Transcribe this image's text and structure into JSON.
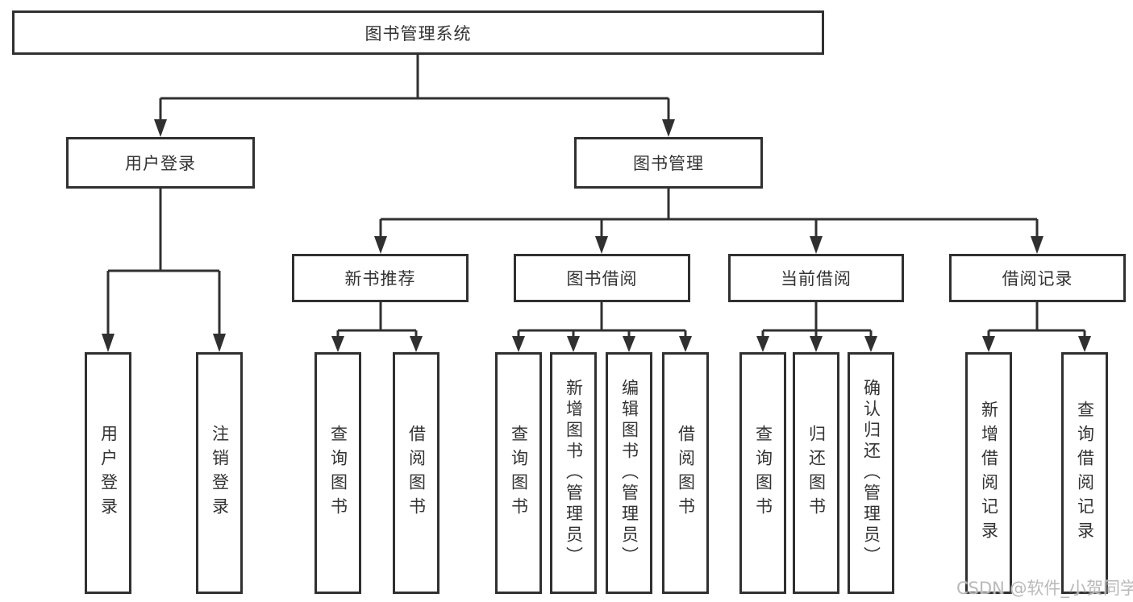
{
  "diagram": {
    "type": "hierarchy-chart",
    "root": {
      "label": "图书管理系统"
    },
    "branches": [
      {
        "label": "用户登录",
        "children": [
          {
            "label": "用户登录"
          },
          {
            "label": "注销登录"
          }
        ]
      },
      {
        "label": "图书管理",
        "children": [
          {
            "label": "新书推荐",
            "children": [
              {
                "label": "查询图书"
              },
              {
                "label": "借阅图书"
              }
            ]
          },
          {
            "label": "图书借阅",
            "children": [
              {
                "label": "查询图书"
              },
              {
                "label": "新增图书（管理员）"
              },
              {
                "label": "编辑图书（管理员）"
              },
              {
                "label": "借阅图书"
              }
            ]
          },
          {
            "label": "当前借阅",
            "children": [
              {
                "label": "查询图书"
              },
              {
                "label": "归还图书"
              },
              {
                "label": "确认归还（管理员）"
              }
            ]
          },
          {
            "label": "借阅记录",
            "children": [
              {
                "label": "新增借阅记录"
              },
              {
                "label": "查询借阅记录"
              }
            ]
          }
        ]
      }
    ]
  },
  "watermark": {
    "text": "CSDN @软件_小贺同学"
  },
  "colors": {
    "line": "#303030",
    "box_border": "#303030",
    "text": "#333333",
    "background": "#ffffff",
    "watermark": "#b9b9b9"
  }
}
